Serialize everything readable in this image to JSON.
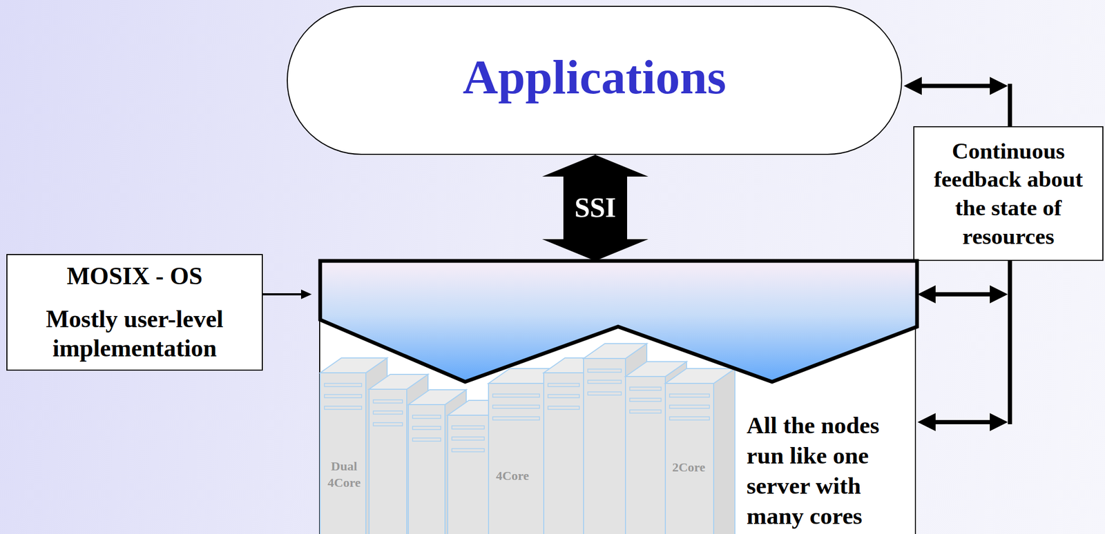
{
  "diagram": {
    "nodes": [
      {
        "text": [
          "Applications"
        ]
      },
      {
        "text": [
          "MOSIX - OS",
          "Mostly user-level implementation"
        ]
      },
      {
        "text": [
          "Continuous feedback about the state of resources"
        ]
      },
      {
        "text": [
          "All the nodes run like one server with many cores"
        ]
      }
    ],
    "edges": [
      {
        "from": 0,
        "to": 3,
        "label": "SSI",
        "arrow": "both"
      },
      {
        "from": 1,
        "to": 3,
        "arrow": "to"
      },
      {
        "from": 2,
        "to": 0,
        "arrow": "both"
      },
      {
        "from": 2,
        "to": 3,
        "arrow": "both"
      },
      {
        "from": 2,
        "to": 3,
        "arrow": "both"
      }
    ],
    "labels": [
      "Dual 4Core",
      "4Core",
      "2Core"
    ]
  }
}
